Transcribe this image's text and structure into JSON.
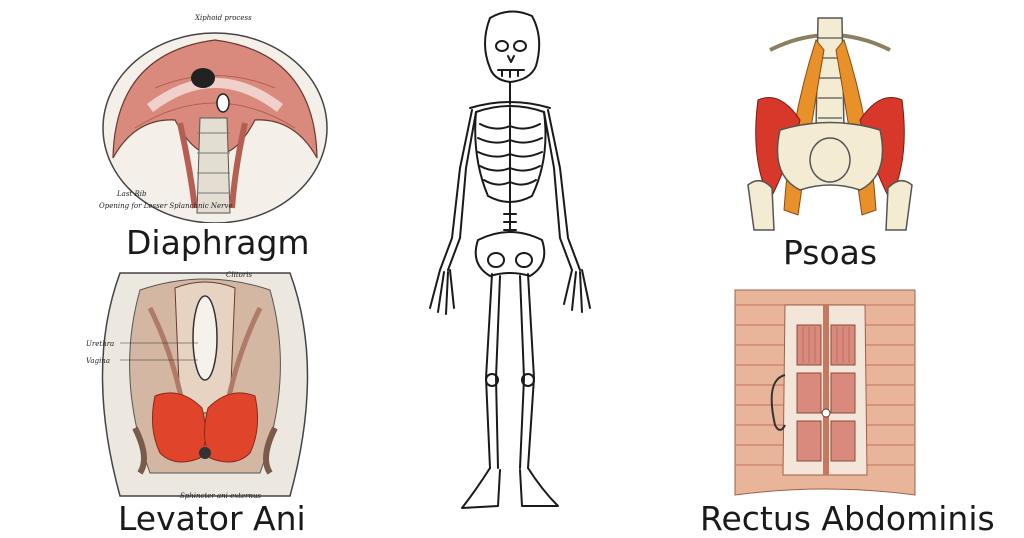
{
  "labels": {
    "diaphragm": "Diaphragm",
    "levator_ani": "Levator Ani",
    "psoas": "Psoas",
    "rectus_abdominis": "Rectus Abdominis"
  },
  "annotations": {
    "diaphragm": {
      "xiphoid": "Xiphoid process",
      "last_rib": "Last Rib",
      "opening": "Opening for Lesser Splanchnic Nerve"
    },
    "levator_ani": {
      "clitoris": "Clitoris",
      "urethra": "Urethra",
      "vagina": "Vagina",
      "sphincter": "Sphincter ani externus"
    }
  },
  "colors": {
    "muscle_red": "#e0442a",
    "muscle_pink": "#d98a7c",
    "muscle_orange": "#e8902a",
    "bone": "#f3ecd2",
    "ink": "#1a1a1a"
  }
}
